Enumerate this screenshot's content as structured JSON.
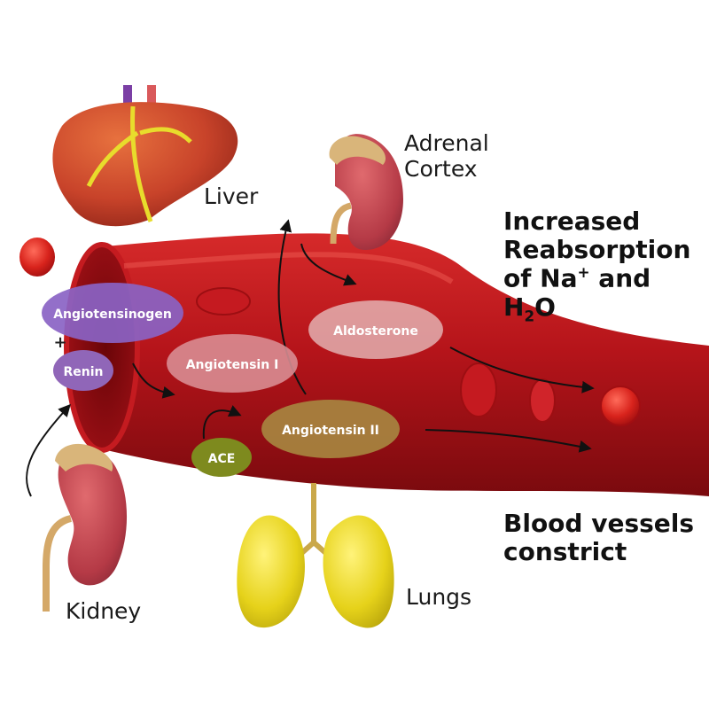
{
  "labels": {
    "liver": "Liver",
    "adrenal_line1": "Adrenal",
    "adrenal_line2": "Cortex",
    "lungs": "Lungs",
    "kidney": "Kidney"
  },
  "outcomes": {
    "reabsorption_line1": "Increased",
    "reabsorption_line2": "Reabsorption",
    "reabsorption_line3_prefix": "of Na",
    "reabsorption_line3_sup": "+",
    "reabsorption_line3_mid": " and H",
    "reabsorption_line3_sub": "2",
    "reabsorption_line3_suffix": "O",
    "vessels_line1": "Blood vessels",
    "vessels_line2": "constrict"
  },
  "molecules": {
    "angiotensinogen": "Angiotensinogen",
    "plus": "+",
    "renin": "Renin",
    "angiotensin1": "Angiotensin I",
    "ace": "ACE",
    "angiotensin2": "Angiotensin II",
    "aldosterone": "Aldosterone"
  },
  "colors": {
    "vessel": "#b3121a",
    "angiotensinogen": "#8a63c4",
    "renin": "#9066b8",
    "angiotensin1": "#d98f95",
    "ace": "#7e8a1e",
    "angiotensin2": "#a7823e",
    "aldosterone": "#e8c4c4"
  }
}
